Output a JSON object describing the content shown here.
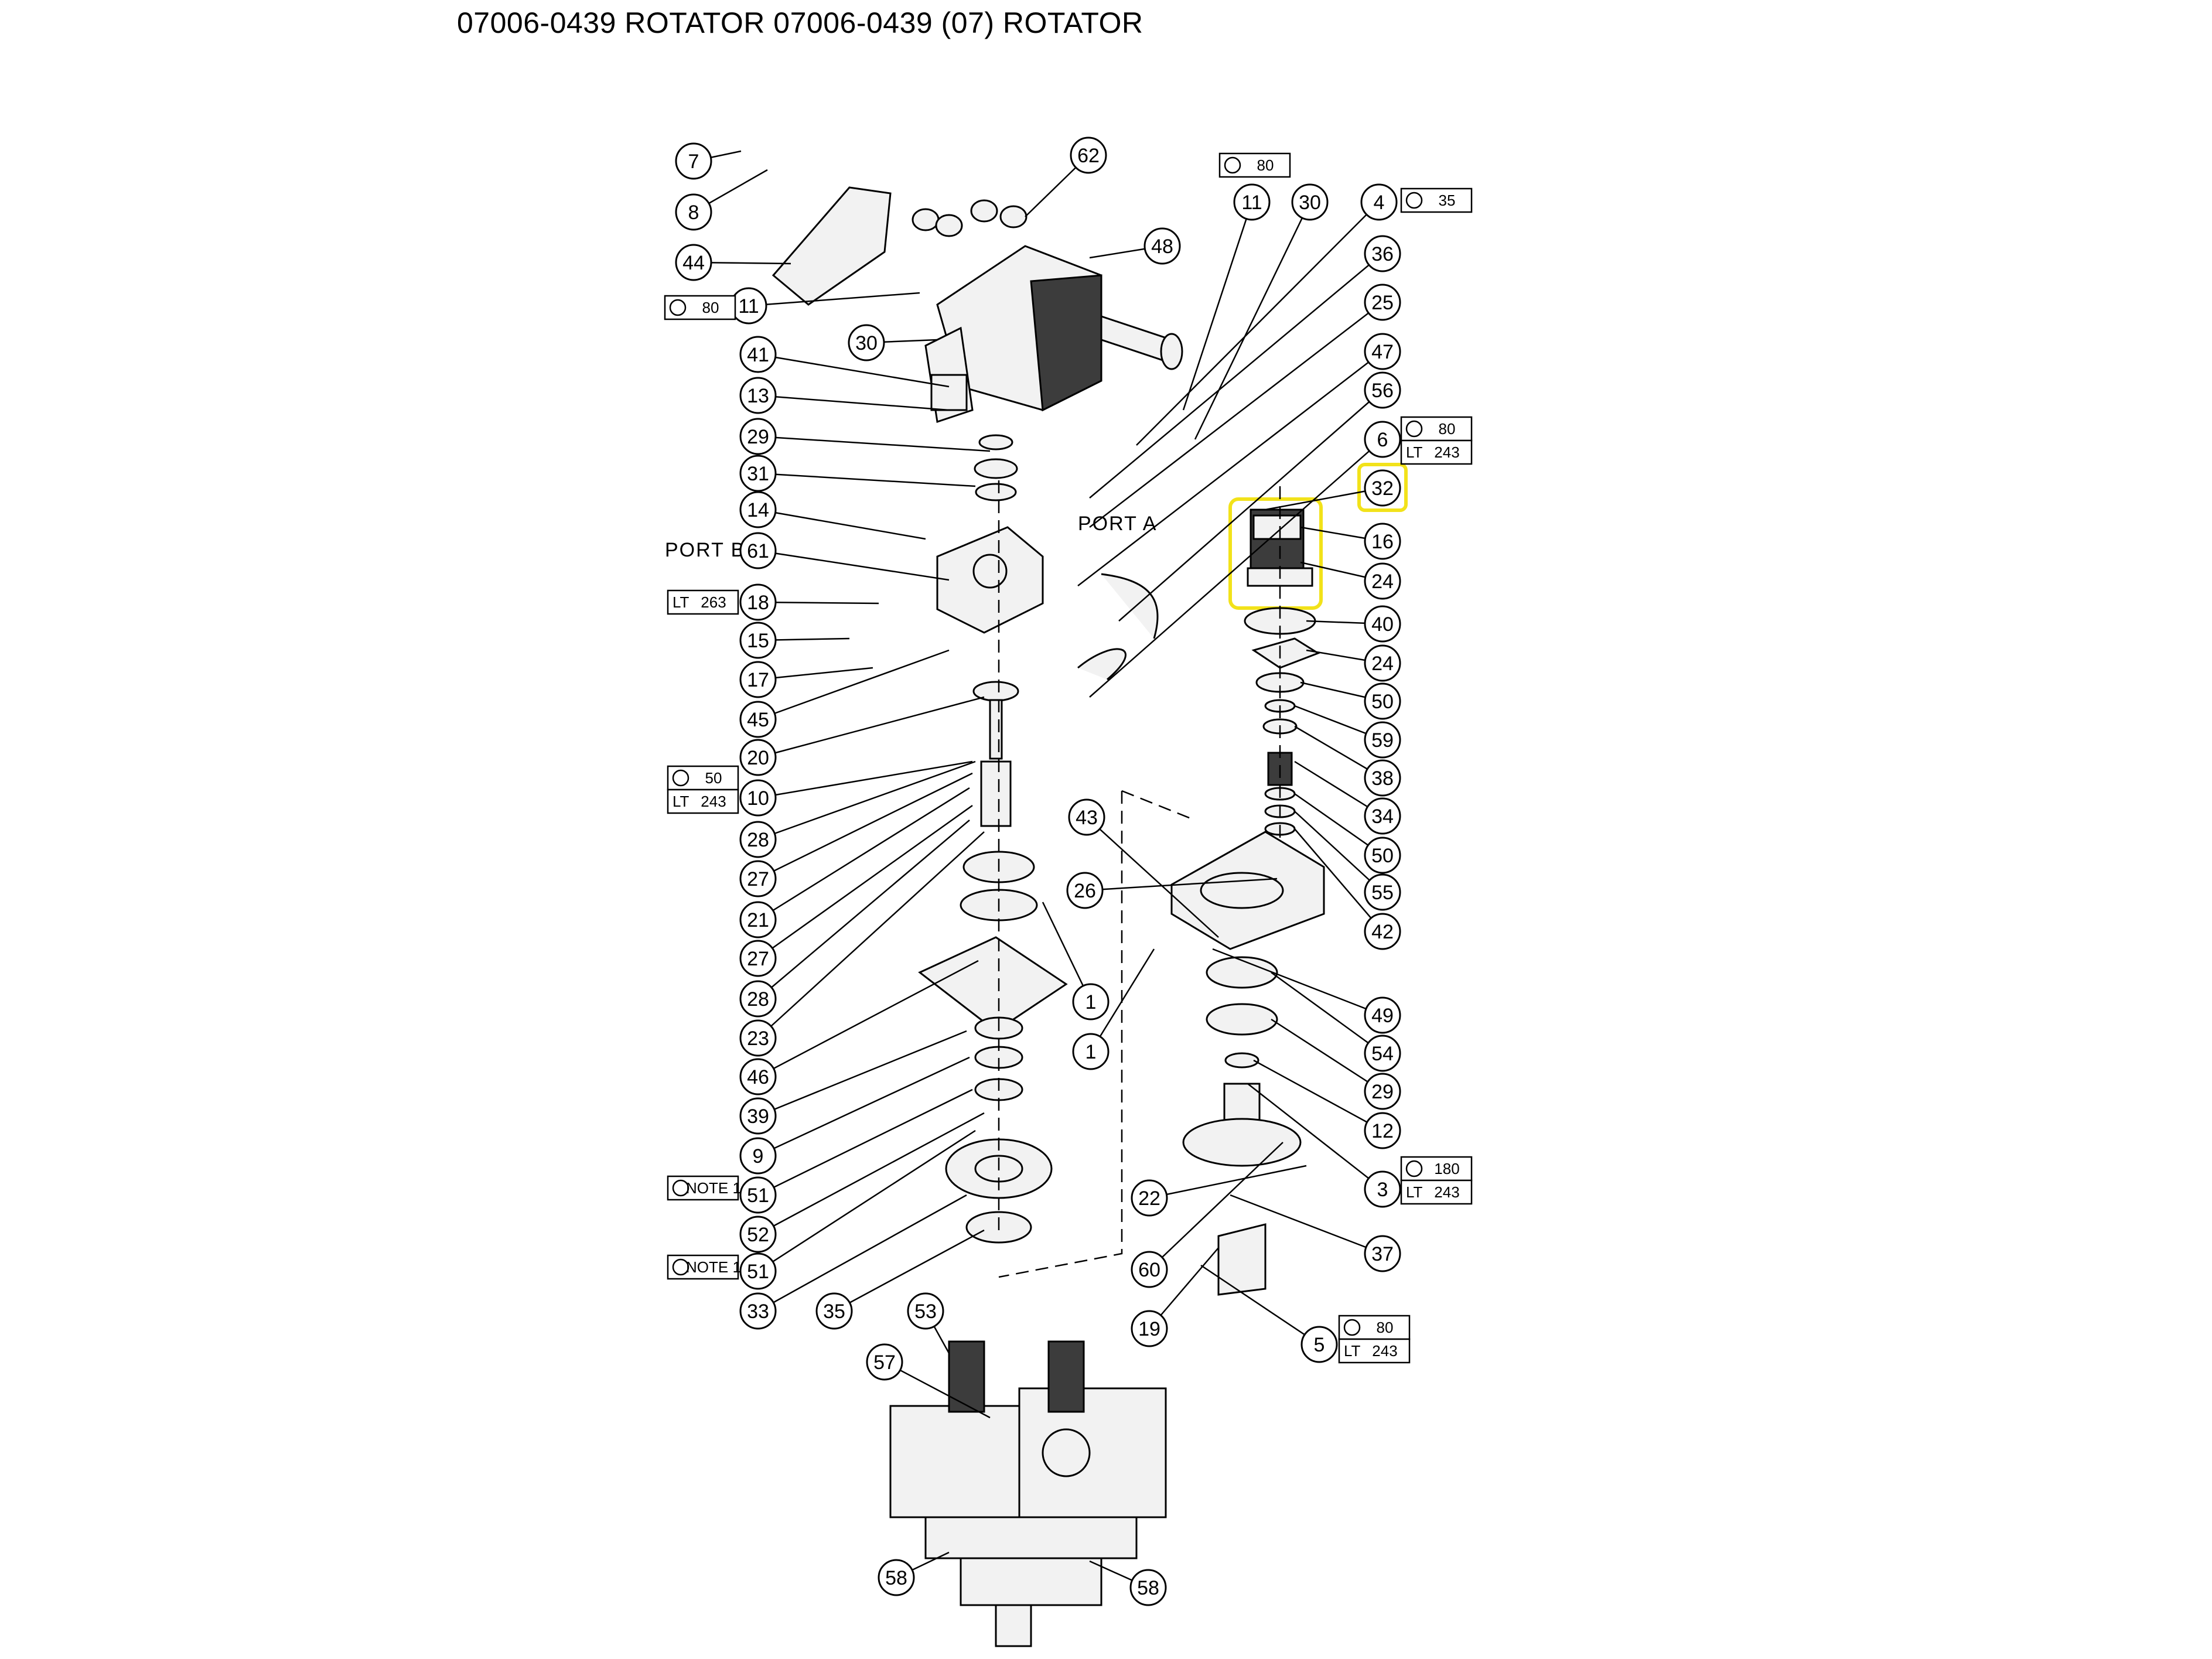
{
  "title": "07006-0439 ROTATOR  07006-0439 (07) ROTATOR",
  "port_labels": {
    "port_a": "PORT A",
    "port_b": "PORT B"
  },
  "callouts": [
    "7",
    "8",
    "44",
    "11",
    "30",
    "41",
    "13",
    "29",
    "31",
    "14",
    "61",
    "18",
    "15",
    "17",
    "45",
    "20",
    "10",
    "28",
    "27",
    "21",
    "27",
    "28",
    "23",
    "46",
    "39",
    "9",
    "51",
    "52",
    "51",
    "33",
    "35",
    "53",
    "57",
    "58",
    "58",
    "62",
    "48",
    "11",
    "30",
    "4",
    "36",
    "25",
    "47",
    "56",
    "6",
    "32",
    "16",
    "24",
    "40",
    "24",
    "50",
    "59",
    "38",
    "34",
    "50",
    "55",
    "42",
    "26",
    "43",
    "1",
    "1",
    "49",
    "54",
    "29",
    "12",
    "3",
    "22",
    "37",
    "60",
    "19",
    "5"
  ],
  "torque_specs": [
    {
      "value": "80"
    },
    {
      "value": "80"
    },
    {
      "value": "35"
    },
    {
      "value": "80",
      "lt": "243"
    },
    {
      "value": "263",
      "lt_only": true
    },
    {
      "value": "50",
      "lt": "243"
    },
    {
      "value": "NOTE 1"
    },
    {
      "value": "NOTE 1"
    },
    {
      "value": "180",
      "lt": "243"
    },
    {
      "value": "80",
      "lt": "243"
    }
  ],
  "lt_label": "LT",
  "highlighted_part": "32",
  "colors": {
    "highlight": "#f2e21a",
    "line": "#000000",
    "background": "#ffffff"
  }
}
